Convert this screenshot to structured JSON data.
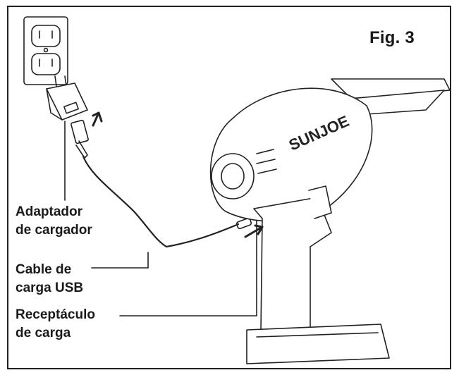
{
  "figure": {
    "label": "Fig. 3"
  },
  "illustration": {
    "brand": "SUNJOE"
  },
  "callouts": [
    {
      "line1": "Adaptador",
      "line2": "de cargador"
    },
    {
      "line1": "Cable de",
      "line2": "carga USB"
    },
    {
      "line1": "Receptáculo",
      "line2": "de carga"
    }
  ],
  "icons": [
    "arrow-up-icon",
    "arrow-right-icon"
  ],
  "colors": {
    "ink": "#222222",
    "background": "#ffffff"
  }
}
